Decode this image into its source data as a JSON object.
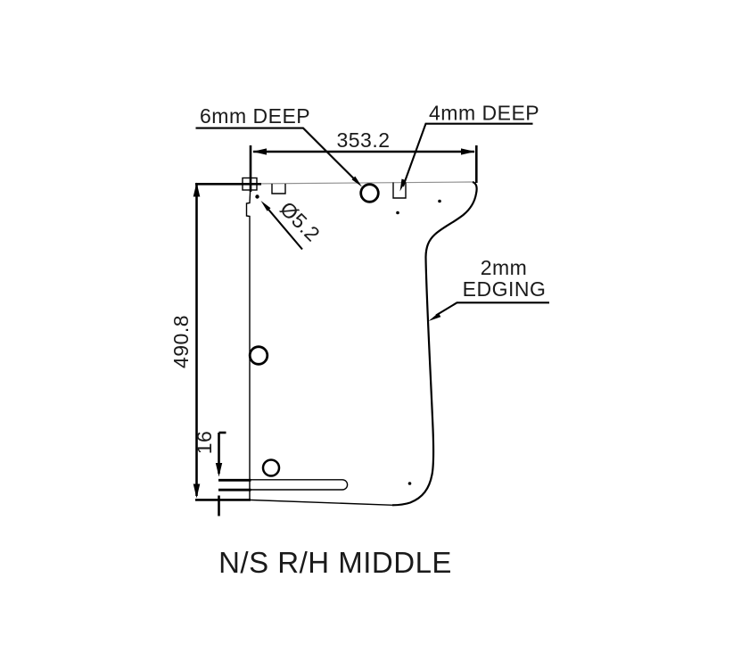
{
  "drawing": {
    "title": "N/S R/H MIDDLE",
    "annotations": {
      "depth_note_left": "6mm DEEP",
      "depth_note_right": "4mm DEEP",
      "edging_note_line1": "2mm",
      "edging_note_line2": "EDGING",
      "hole_diameter": "Ø5.2"
    },
    "dimensions": {
      "top_width": "353.2",
      "left_height": "490.8",
      "slot_offset": "16"
    },
    "colors": {
      "line": "#000000",
      "text": "#1a1a1a",
      "background": "#ffffff"
    }
  }
}
